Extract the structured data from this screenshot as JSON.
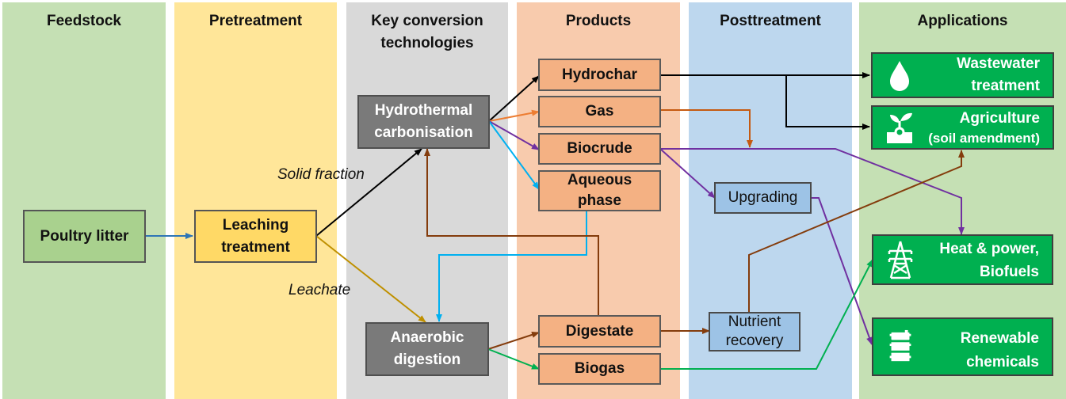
{
  "columns": [
    {
      "id": "feedstock",
      "title": "Feedstock",
      "color": "#c5e0b4"
    },
    {
      "id": "pretreatment",
      "title": "Pretreatment",
      "color": "#ffe699"
    },
    {
      "id": "conversion",
      "title": "Key conversion technologies",
      "color": "#d9d9d9"
    },
    {
      "id": "products",
      "title": "Products",
      "color": "#f8cbad"
    },
    {
      "id": "posttreatment",
      "title": "Posttreatment",
      "color": "#bdd7ee"
    },
    {
      "id": "applications",
      "title": "Applications",
      "color": "#c5e0b4"
    }
  ],
  "nodes": {
    "poultry_litter": "Poultry litter",
    "leaching_treatment": "Leaching treatment",
    "htc": "Hydrothermal carbonisation",
    "ad": "Anaerobic digestion",
    "hydrochar": "Hydrochar",
    "gas": "Gas",
    "biocrude": "Biocrude",
    "aqueous": "Aqueous phase",
    "digestate": "Digestate",
    "biogas": "Biogas",
    "upgrading": "Upgrading",
    "nutrient_recovery": "Nutrient recovery",
    "wastewater": "Wastewater treatment",
    "agriculture_1": "Agriculture",
    "agriculture_2": "(soil amendment)",
    "heat_power_1": "Heat & power,",
    "heat_power_2": "Biofuels",
    "chemicals_1": "Renewable",
    "chemicals_2": "chemicals"
  },
  "edge_labels": {
    "solid_fraction": "Solid fraction",
    "leachate": "Leachate"
  },
  "icons": {
    "wastewater": "water-drop-icon",
    "agriculture": "sprout-icon",
    "heat_power": "power-pylon-icon",
    "chemicals": "barrel-icon"
  },
  "flow_colors": {
    "black": "#000000",
    "blue": "#2e75b6",
    "olive": "#bf9000",
    "orange": "#ed7d31",
    "dark_orange": "#c55a11",
    "purple": "#7030a0",
    "cyan": "#00b0f0",
    "brown": "#843c0c",
    "green": "#00b050"
  }
}
